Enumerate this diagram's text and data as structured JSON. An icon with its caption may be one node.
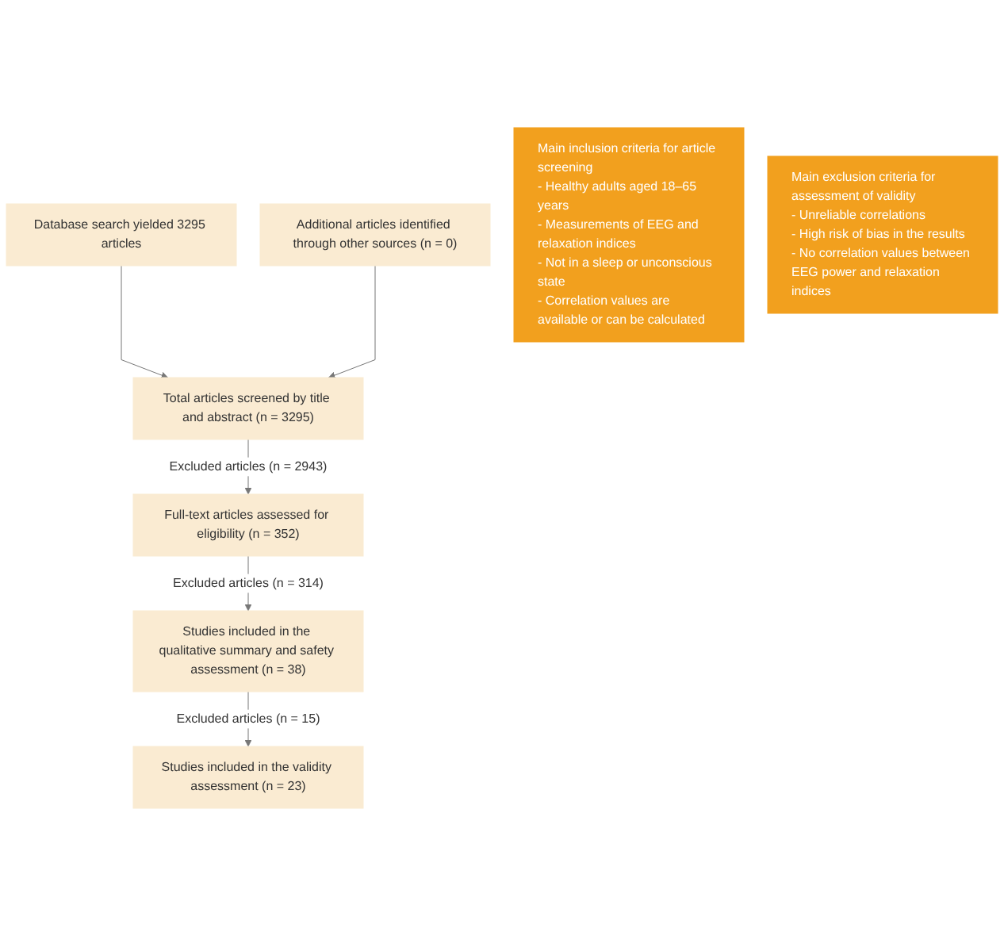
{
  "diagram": {
    "nodes": [
      {
        "text": [
          "Database search yielded 3295 articles"
        ]
      },
      {
        "text": [
          "Additional articles identified through other sources (n = 0)"
        ]
      },
      {
        "text": [
          "Total articles screened by title and abstract (n = 3295)"
        ]
      },
      {
        "text": [
          "Full-text articles assessed for eligibility (n = 352)"
        ]
      },
      {
        "text": [
          "Studies included in the qualitative summary and safety assessment (n = 38)"
        ]
      },
      {
        "text": [
          "Studies included in the validity assessment (n = 23)"
        ]
      },
      {
        "text": [
          "Main inclusion criteria for article screening",
          "- Healthy adults aged 18–65 years",
          "- Measurements of EEG and relaxation indices",
          "- Not in a sleep or unconscious state",
          "- Correlation values are available or can be calculated"
        ]
      },
      {
        "text": [
          "Main exclusion criteria for assessment of validity",
          "- Unreliable correlations",
          "- High risk of bias in the results",
          "- No correlation values between EEG power and relaxation indices"
        ]
      }
    ],
    "edges": [
      {
        "from": 0,
        "to": 2,
        "arrow": "to"
      },
      {
        "from": 1,
        "to": 2,
        "arrow": "to"
      },
      {
        "from": 2,
        "to": 3,
        "arrow": "to",
        "label": "Excluded articles (n = 2943)"
      },
      {
        "from": 3,
        "to": 4,
        "arrow": "to",
        "label": "Excluded articles (n = 314)"
      },
      {
        "from": 4,
        "to": 5,
        "arrow": "to",
        "label": "Excluded articles (n = 15)"
      }
    ]
  }
}
